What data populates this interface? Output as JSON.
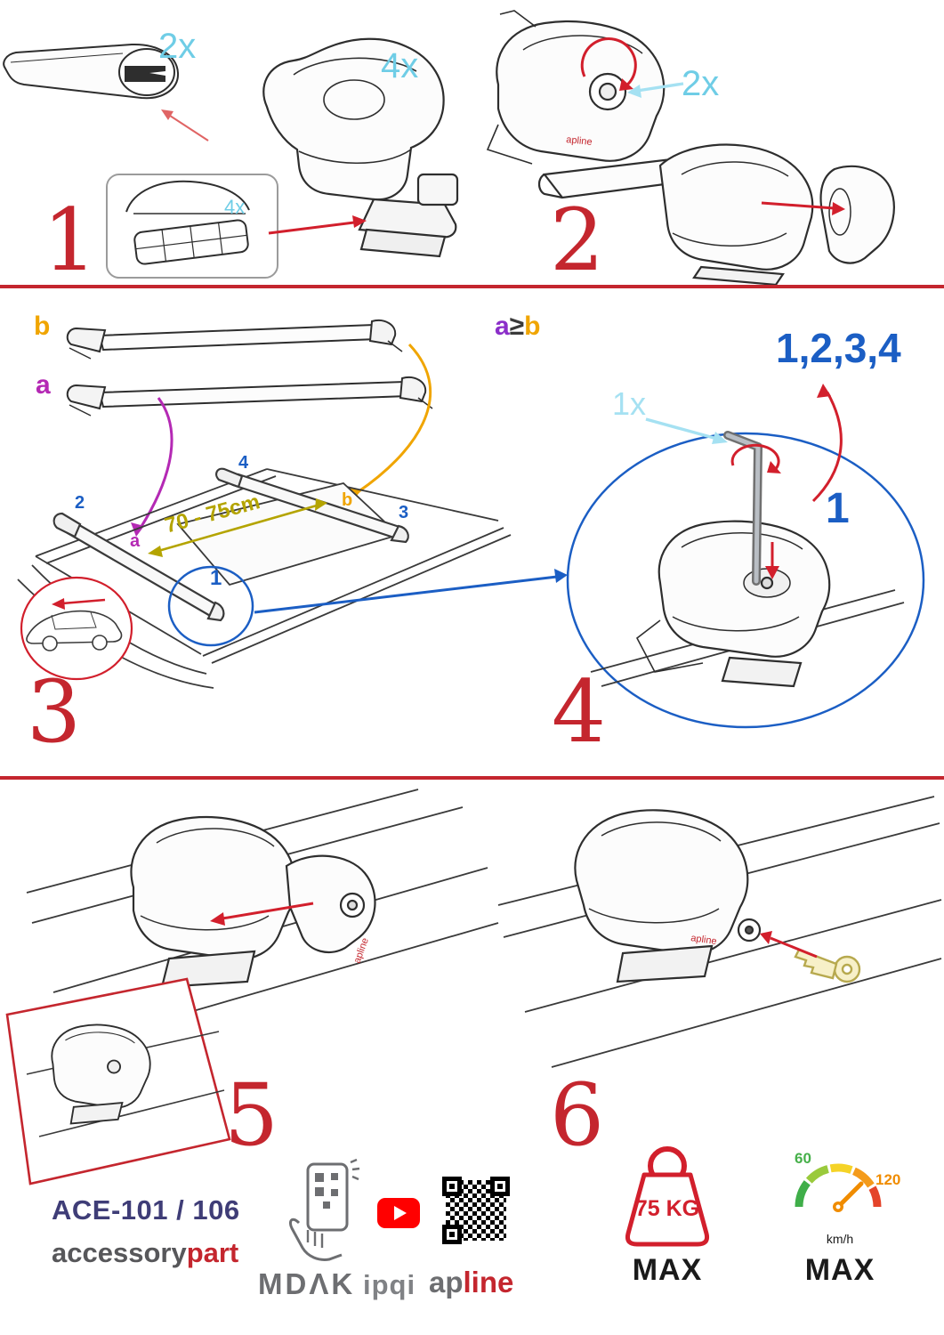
{
  "colors": {
    "step_red": "#c4262e",
    "arrow_red": "#d21f2c",
    "cyan": "#6fcde6",
    "light_cyan": "#a5e1f2",
    "orange": "#f0a500",
    "magenta": "#b429b4",
    "purple": "#8b2fc9",
    "blue": "#1b5ec4",
    "olive": "#b4a400",
    "navy": "#3f3d77",
    "logo_gray": "#6d6e71",
    "green": "#46b04a",
    "gauge_orange": "#f08c00",
    "youtube_red": "#ff0000"
  },
  "icons": {
    "youtube": "play-button",
    "qr": "qr-code",
    "phone": "phone-scan",
    "weight": "kettlebell-weight",
    "gauge": "speedometer"
  },
  "steps": {
    "s1": {
      "num": "1",
      "bar_qty": "2x",
      "foot_qty": "4x",
      "pad_qty": "4x"
    },
    "s2": {
      "num": "2",
      "knob_qty": "2x"
    },
    "s3": {
      "num": "3",
      "bar_b": "b",
      "bar_a": "a",
      "distance": "70 - 75cm",
      "pos1": "1",
      "pos2": "2",
      "pos3": "3",
      "pos4": "4",
      "pos_a": "a",
      "pos_b": "b"
    },
    "s4": {
      "num": "4",
      "cond_a": "a",
      "cond_op": "≥",
      "cond_b": "b",
      "order": "1,2,3,4",
      "tool_qty": "1x",
      "first": "1"
    },
    "s5": {
      "num": "5"
    },
    "s6": {
      "num": "6"
    }
  },
  "footer": {
    "model": "ACE-101 / 106",
    "brand_a": "accessory",
    "brand_b": "part",
    "logo_mdak": "MDΛK",
    "logo_ipqi": "ipqi",
    "logo_ap": "ap",
    "logo_line": "line",
    "brand_small": "apline",
    "weight": "75 KG",
    "weight_max": "MAX",
    "speed_low": "60",
    "speed_high": "120",
    "speed_unit": "km/h",
    "speed_max": "MAX"
  }
}
